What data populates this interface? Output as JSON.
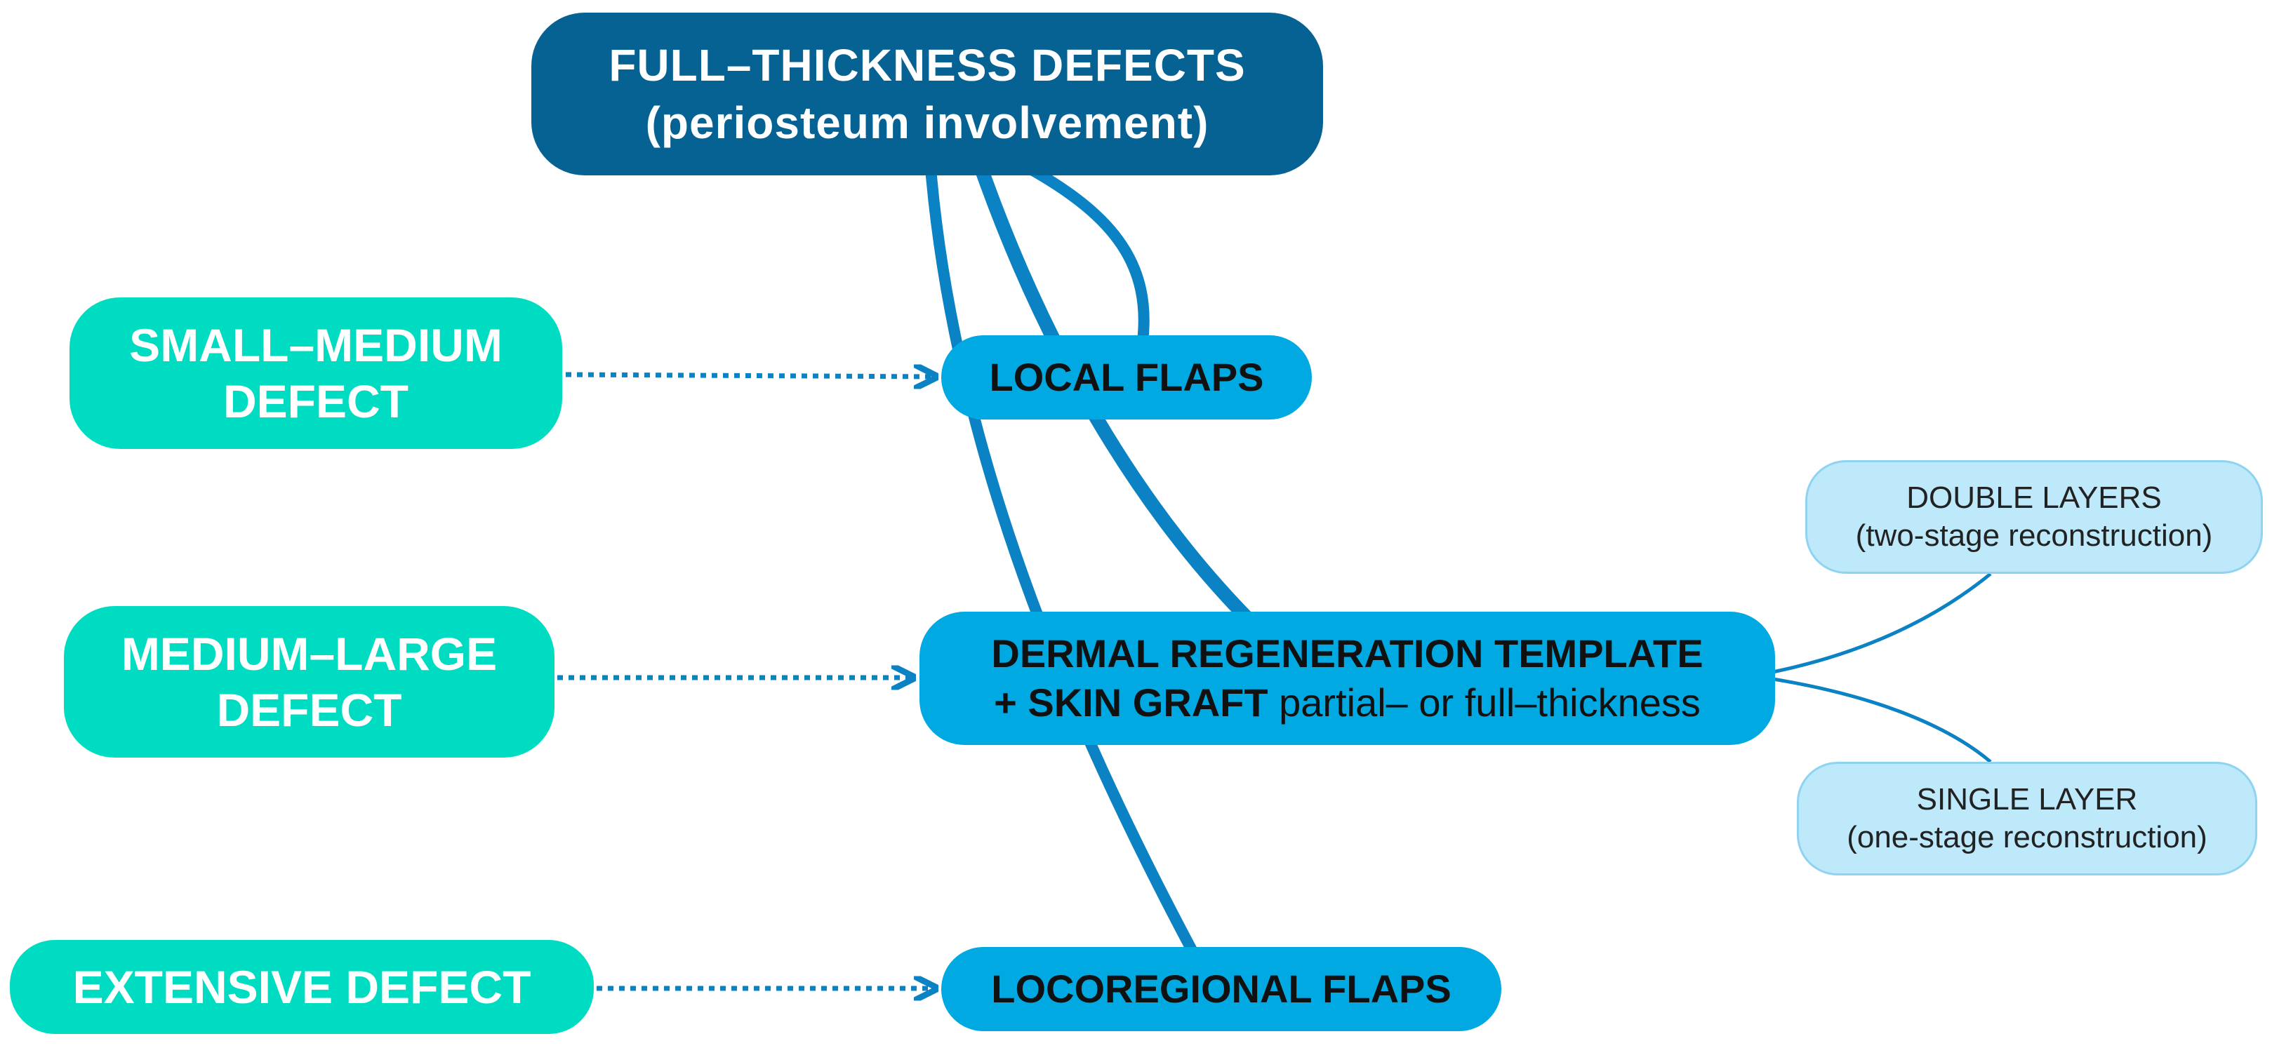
{
  "colors": {
    "root_fill": "#066293",
    "size_fill": "#00dcc2",
    "treatment_fill": "#00a9e2",
    "option_fill": "#bde9fb",
    "option_border": "#8fd3f0",
    "connector": "#0a82c4",
    "dotted_arrow": "#0a82c4"
  },
  "root": {
    "line1": "FULL–THICKNESS DEFECTS",
    "line2": "(periosteum involvement)"
  },
  "sizes": {
    "small_medium": {
      "line1": "SMALL–MEDIUM",
      "line2": "DEFECT"
    },
    "medium_large": {
      "line1": "MEDIUM–LARGE",
      "line2": "DEFECT"
    },
    "extensive": {
      "line1": "EXTENSIVE DEFECT"
    }
  },
  "treatments": {
    "local_flaps": "LOCAL FLAPS",
    "dermal": {
      "line1": "DERMAL REGENERATION TEMPLATE",
      "line2_bold": "+ SKIN GRAFT",
      "line2_normal": " partial– or full–thickness"
    },
    "locoregional_flaps": "LOCOREGIONAL FLAPS"
  },
  "options": {
    "double": {
      "line1": "DOUBLE LAYERS",
      "line2": "(two-stage reconstruction)"
    },
    "single": {
      "line1": "SINGLE LAYER",
      "line2": "(one-stage reconstruction)"
    }
  }
}
